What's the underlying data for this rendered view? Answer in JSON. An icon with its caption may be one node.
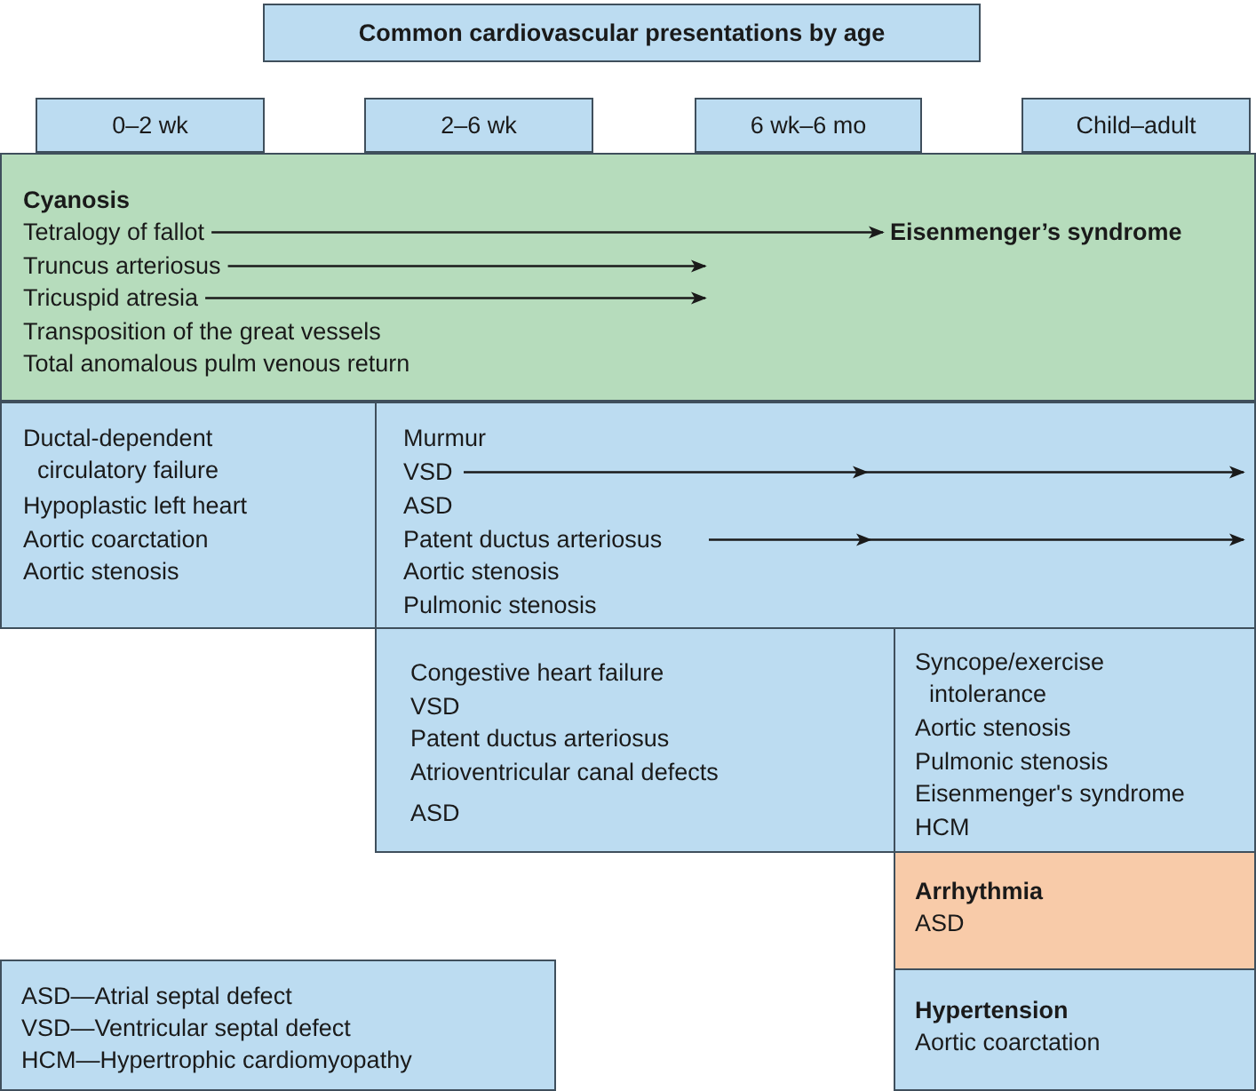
{
  "diagram": {
    "nodes": [
      {
        "text": [
          "Common cardiovascular presentations by age"
        ]
      },
      {
        "text": [
          "0–2 wk"
        ]
      },
      {
        "text": [
          "2–6 wk"
        ]
      },
      {
        "text": [
          "6 wk–6 mo"
        ]
      },
      {
        "text": [
          "Child–adult"
        ]
      },
      {
        "text": [
          "Cyanosis",
          "Transposition of the great vessels",
          "Total anomalous pulm venous return"
        ]
      },
      {
        "text": [
          "Tetralogy of fallot"
        ],
        "in": 5
      },
      {
        "text": [
          "Eisenmenger’s syndrome"
        ],
        "in": 5
      },
      {
        "text": [
          "Truncus arteriosus"
        ],
        "in": 5
      },
      {
        "text": [
          "Tricuspid atresia"
        ],
        "in": 5
      },
      {
        "text": [
          "Ductal-dependent circulatory failure",
          "Hypoplastic left heart",
          "Aortic coarctation",
          "Aortic stenosis"
        ]
      },
      {
        "text": [
          "Murmur",
          "ASD",
          "Aortic stenosis",
          "Pulmonic stenosis"
        ]
      },
      {
        "text": [
          "VSD"
        ],
        "in": 11
      },
      {
        "text": [
          "Patent ductus arteriosus"
        ],
        "in": 11
      },
      {
        "text": [
          "Congestive heart failure",
          "VSD",
          "Patent ductus arteriosus",
          "Atrioventricular canal defects",
          "ASD"
        ]
      },
      {
        "text": [
          "Syncope/exercise intolerance",
          "Aortic stenosis",
          "Pulmonic stenosis",
          "Eisenmenger's syndrome",
          "HCM"
        ]
      },
      {
        "text": [
          "Arrhythmia",
          "ASD"
        ]
      },
      {
        "text": [
          "Hypertension",
          "Aortic coarctation"
        ]
      },
      {
        "text": [
          "ASD—Atrial septal defect",
          "VSD—Ventricular septal defect",
          "HCM—Hypertrophic cardiomyopathy"
        ]
      }
    ],
    "edges": [
      {
        "from": 6,
        "to": 7,
        "arrow": "to"
      },
      {
        "from": 8,
        "to": null,
        "arrow": "to"
      },
      {
        "from": 9,
        "to": null,
        "arrow": "to"
      },
      {
        "from": 12,
        "to": null,
        "arrow": "to"
      },
      {
        "from": 13,
        "to": null,
        "arrow": "to"
      }
    ]
  }
}
